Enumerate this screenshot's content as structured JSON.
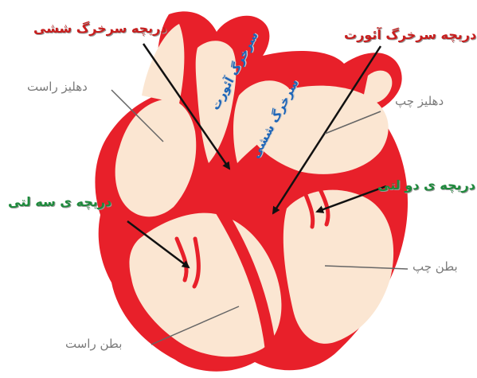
{
  "labels": {
    "pulmonary_valve": "دریچه سرخرگ ششی",
    "aortic_valve": "دریچه سرخرگ آئورت",
    "right_atrium": "دهلیز راست",
    "left_atrium": "دهلیز چپ",
    "tricuspid_valve": "دریچه ی سه لتی",
    "mitral_valve": "دریچه ی دو لتی",
    "left_ventricle": "بطن چپ",
    "right_ventricle": "بطن راست",
    "aorta": "سرخرگ آئورت",
    "pulmonary_artery": "سرخرگ ششی"
  },
  "colors": {
    "heart_wall": "#e8202a",
    "heart_fill": "#fbe6d2",
    "label_red": "#c81e1e",
    "label_green": "#1e8a3c",
    "label_gray": "#7a7a7a",
    "label_blue": "#1f66b8",
    "arrow": "#111111"
  }
}
